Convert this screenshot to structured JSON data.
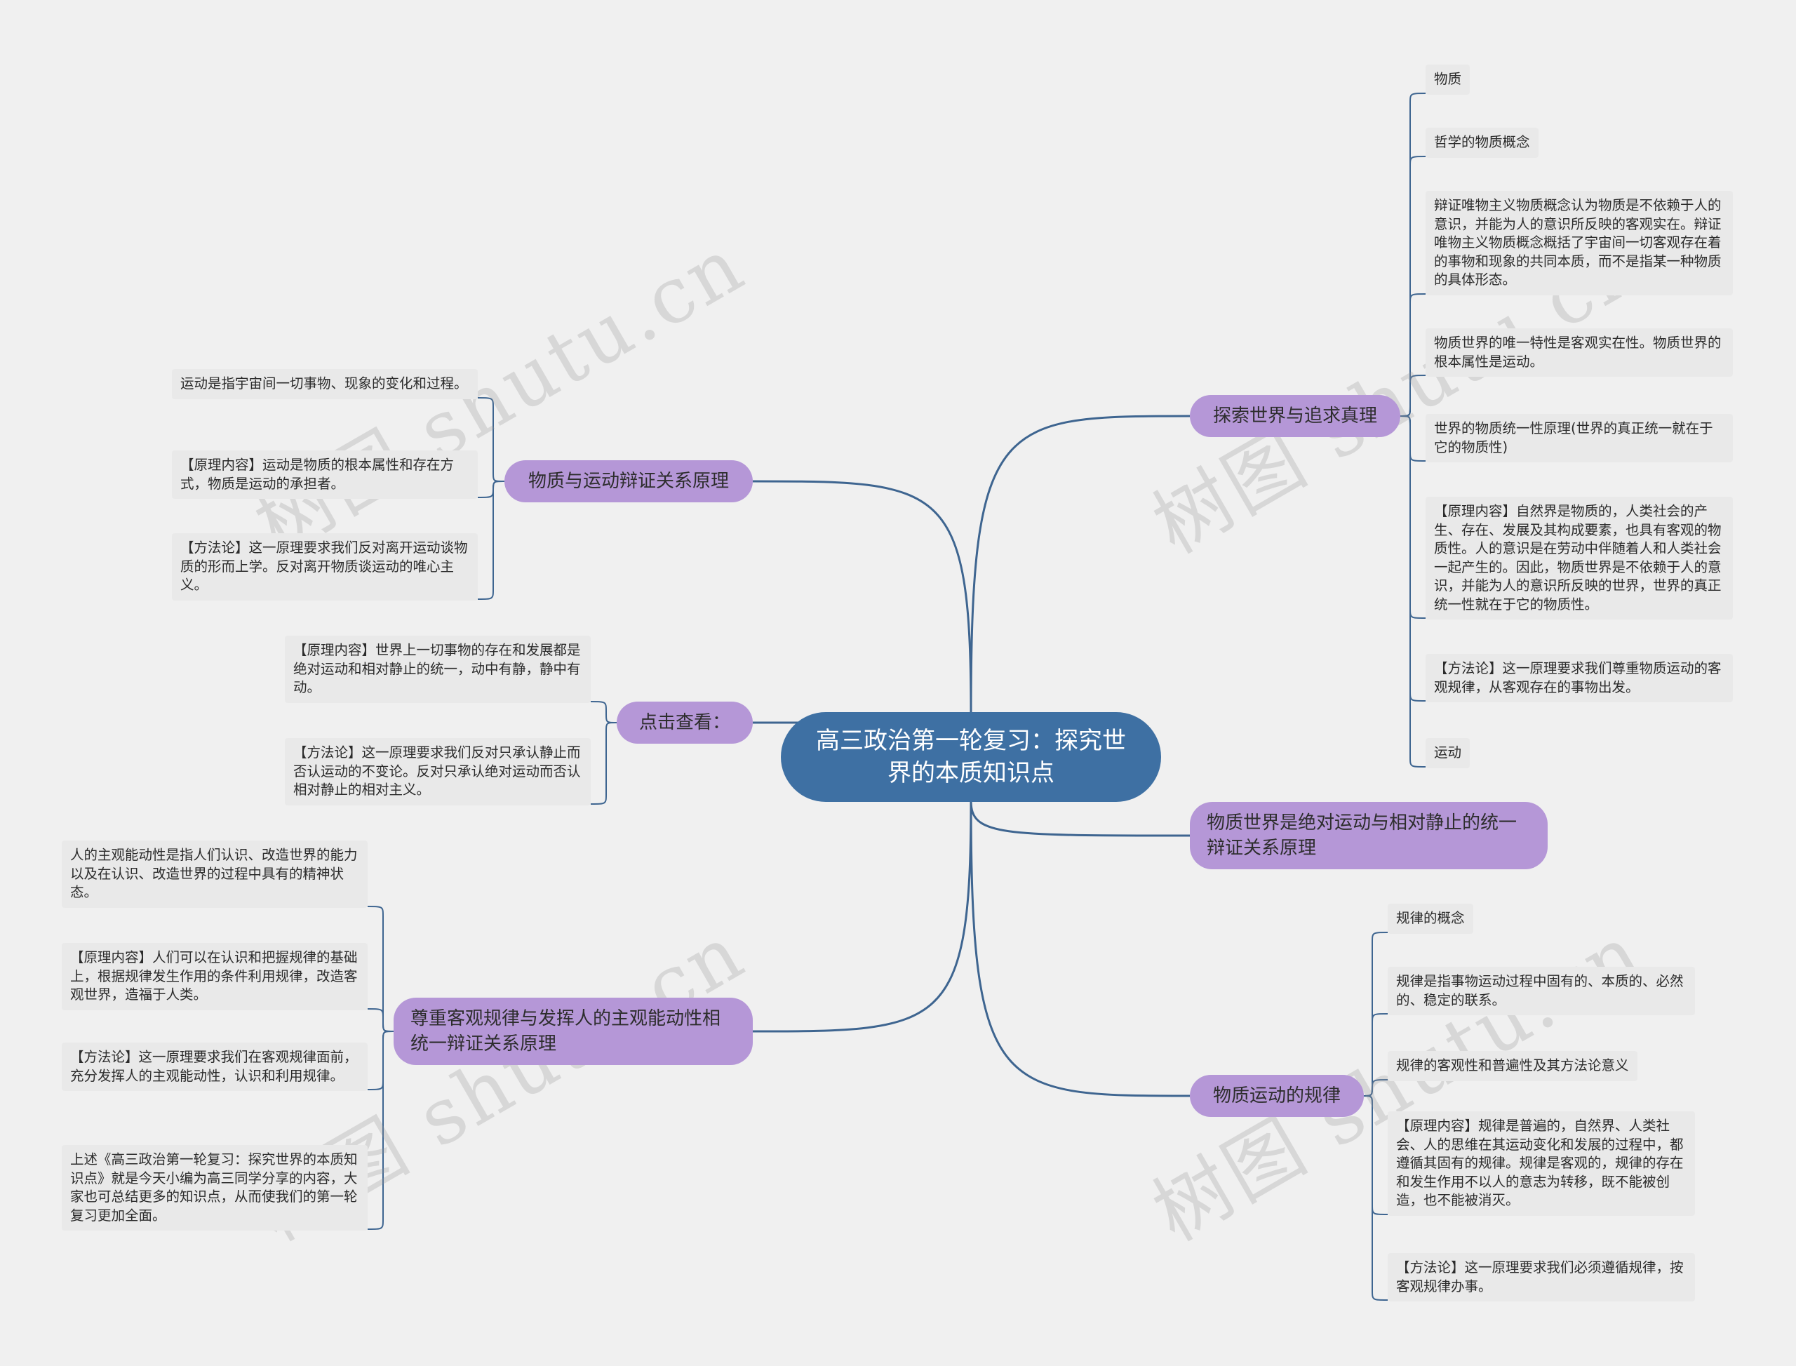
{
  "colors": {
    "background": "#f0f0f0",
    "central": "#3e70a3",
    "branch": "#b597d7",
    "leaf": "#e9e9e9",
    "connector": "#3e6590"
  },
  "watermark": "树图 shutu.cn",
  "central": "高三政治第一轮复习：探究世界的本质知识点",
  "branches": {
    "explore": {
      "label": "探索世界与追求真理",
      "leaves": [
        "物质",
        "哲学的物质概念",
        "辩证唯物主义物质概念认为物质是不依赖于人的意识，并能为人的意识所反映的客观实在。辩证唯物主义物质概念概括了宇宙间一切客观存在着的事物和现象的共同本质，而不是指某一种物质的具体形态。",
        "物质世界的唯一特性是客观实在性。物质世界的根本属性是运动。",
        "世界的物质统一性原理(世界的真正统一就在于它的物质性)",
        "【原理内容】自然界是物质的，人类社会的产生、存在、发展及其构成要素，也具有客观的物质性。人的意识是在劳动中伴随着人和人类社会一起产生的。因此，物质世界是不依赖于人的意识，并能为人的意识所反映的世界，世界的真正统一性就在于它的物质性。",
        "【方法论】这一原理要求我们尊重物质运动的客观规律，从客观存在的事物出发。",
        "运动"
      ]
    },
    "absolute": {
      "label": "物质世界是绝对运动与相对静止的统一辩证关系原理"
    },
    "law": {
      "label": "物质运动的规律",
      "leaves": [
        "规律的概念",
        "规律是指事物运动过程中固有的、本质的、必然的、稳定的联系。",
        "规律的客观性和普遍性及其方法论意义",
        "【原理内容】规律是普遍的，自然界、人类社会、人的思维在其运动变化和发展的过程中，都遵循其固有的规律。规律是客观的，规律的存在和发生作用不以人的意志为转移，既不能被创造，也不能被消灭。",
        "【方法论】这一原理要求我们必须遵循规律，按客观规律办事。"
      ]
    },
    "motion": {
      "label": "物质与运动辩证关系原理",
      "leaves": [
        "运动是指宇宙间一切事物、现象的变化和过程。",
        "【原理内容】运动是物质的根本属性和存在方式，物质是运动的承担者。",
        "【方法论】这一原理要求我们反对离开运动谈物质的形而上学。反对离开物质谈运动的唯心主义。"
      ]
    },
    "click": {
      "label": "点击查看：",
      "leaves": [
        "【原理内容】世界上一切事物的存在和发展都是绝对运动和相对静止的统一，动中有静，静中有动。",
        "【方法论】这一原理要求我们反对只承认静止而否认运动的不变论。反对只承认绝对运动而否认相对静止的相对主义。"
      ]
    },
    "respect": {
      "label": "尊重客观规律与发挥人的主观能动性相统一辩证关系原理",
      "leaves": [
        "人的主观能动性是指人们认识、改造世界的能力以及在认识、改造世界的过程中具有的精神状态。",
        "【原理内容】人们可以在认识和把握规律的基础上，根据规律发生作用的条件利用规律，改造客观世界，造福于人类。",
        "【方法论】这一原理要求我们在客观规律面前，充分发挥人的主观能动性，认识和利用规律。",
        "上述《高三政治第一轮复习：探究世界的本质知识点》就是今天小编为高三同学分享的内容，大家也可总结更多的知识点，从而使我们的第一轮复习更加全面。"
      ]
    }
  }
}
